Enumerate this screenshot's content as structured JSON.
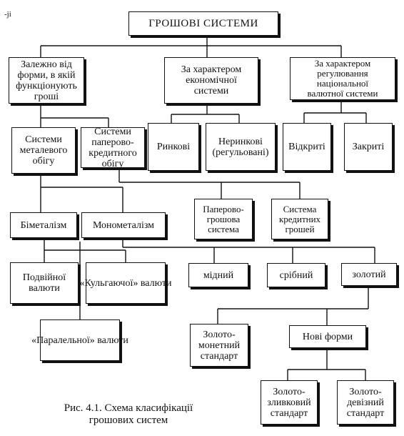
{
  "corner_mark": "-ji",
  "root": "ГРОШОВІ СИСТЕМИ",
  "criteria": {
    "form": "Залежно від\nформи, в якій\nфункціонують\nгроші",
    "economic": "За характером\nекономічної\nсистеми",
    "regulation": "За характером\nрегулювання\nнаціональної\nвалютної системи"
  },
  "form_types": {
    "metal": "Системи\nметалевого\nобігу",
    "paper_credit": "Системи\nпаперово-\nкредитного\nобігу"
  },
  "economic_types": {
    "market": "Ринкові",
    "non_market": "Неринкові\n(регульовані)"
  },
  "regulation_types": {
    "open": "Відкриті",
    "closed": "Закриті"
  },
  "metal_types": {
    "bimetallism": "Біметалізм",
    "monometallism": "Монометалізм"
  },
  "paper_types": {
    "paper_money": "Паперово-\nгрошова\nсистема",
    "credit_money": "Система\nкредитних\nгрошей"
  },
  "bimetal_types": {
    "double": "Подвійної\nвалюти",
    "limping": "«Кульгаючої»\nвалюти",
    "parallel": "«Паралельної»\nвалюти"
  },
  "mono_types": {
    "copper": "мідний",
    "silver": "срібний",
    "gold": "золотий"
  },
  "gold_types": {
    "gold_coin": "Золото-\nмонетний\nстандарт",
    "new_forms": "Нові форми"
  },
  "new_form_types": {
    "gold_bullion": "Золото-\nзливковий\nстандарт",
    "gold_exchange": "Золото-\nдевізний\nстандарт"
  },
  "caption": "Рис. 4.1. Схема класифікації\nгрошових систем"
}
